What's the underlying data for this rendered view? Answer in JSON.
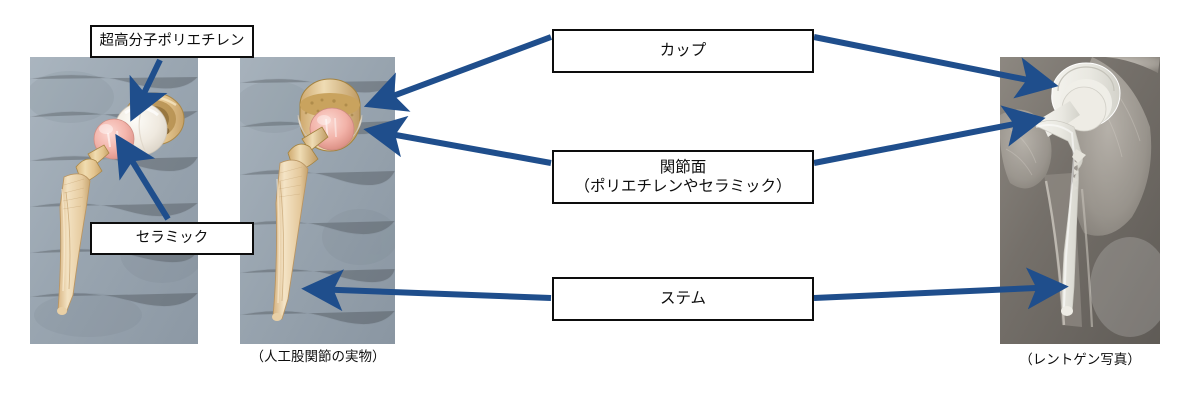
{
  "figure": {
    "title_text_absent": true,
    "accent_arrow_color": "#1F4E8C",
    "box_border_color": "#0D0D0D",
    "box_fill_color": "#FFFFFF"
  },
  "left_photo": {
    "name": "disassembled-hip-implant-photo",
    "labels": {
      "polyethylene": "超高分子ポリエチレン",
      "ceramic": "セラミック"
    }
  },
  "middle_photo": {
    "name": "assembled-hip-implant-photo",
    "caption": "（人工股関節の実物）"
  },
  "right_photo": {
    "name": "hip-xray-photo",
    "caption": "（レントゲン写真）"
  },
  "center_labels": [
    {
      "id": "cup",
      "lines": [
        "カップ"
      ]
    },
    {
      "id": "bearing",
      "lines": [
        "関節面",
        "（ポリエチレンやセラミック）"
      ]
    },
    {
      "id": "stem",
      "lines": [
        "ステム"
      ]
    }
  ],
  "colors": {
    "arrow_blue": "#1F4E8C",
    "cloth_blue_grey": "#9FAAB4",
    "metal_gold": "#E2C28C",
    "ceramic_pink": "#F4B8B0",
    "poly_white": "#F2EDE6",
    "xray_bg": "#6E6A64",
    "implant_white": "#EFEFE9"
  }
}
